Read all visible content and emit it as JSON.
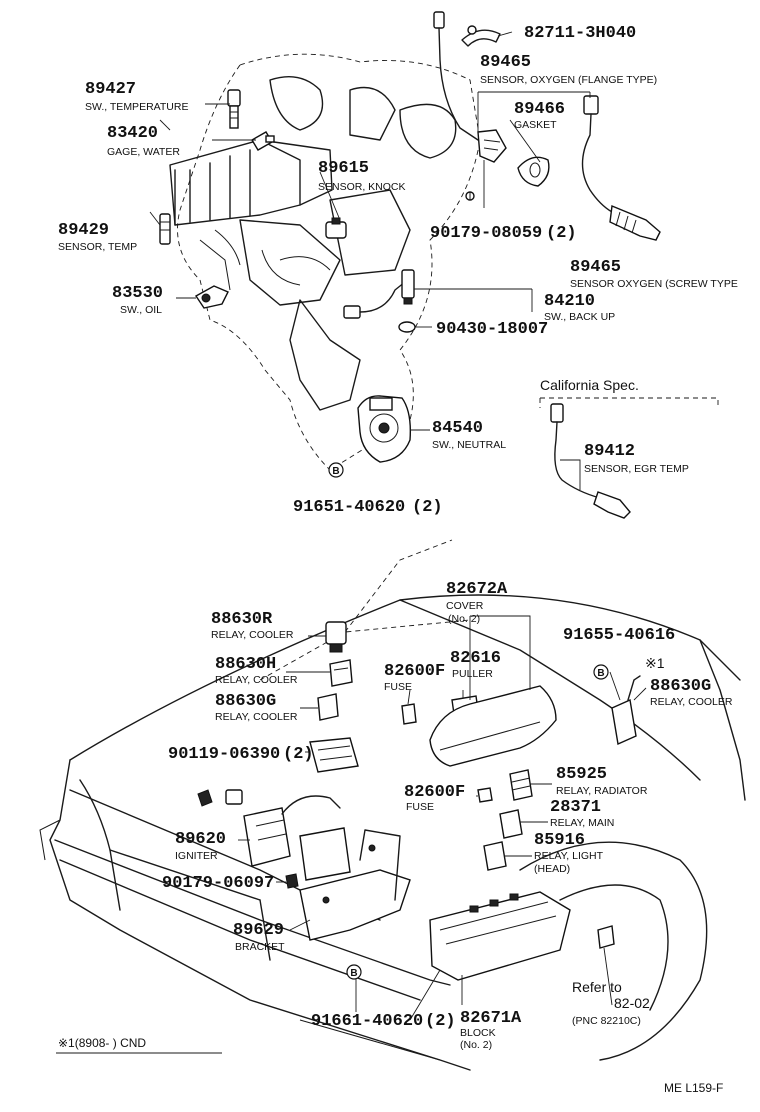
{
  "parts": {
    "p82711": {
      "number": "82711-3H040"
    },
    "p89465_top": {
      "number": "89465",
      "name": "SENSOR, OXYGEN (FLANGE TYPE)"
    },
    "p89427": {
      "number": "89427",
      "name": "SW., TEMPERATURE"
    },
    "p89466": {
      "number": "89466",
      "name": "GASKET"
    },
    "p83420": {
      "number": "83420",
      "name": "GAGE, WATER"
    },
    "p89615": {
      "number": "89615",
      "name": "SENSOR, KNOCK"
    },
    "p89429": {
      "number": "89429",
      "name": "SENSOR, TEMP"
    },
    "p90179_08059": {
      "number": "90179-08059",
      "qty": "(2)"
    },
    "p89465_bot": {
      "number": "89465",
      "name": "SENSOR OXYGEN (SCREW TYPE"
    },
    "p83530": {
      "number": "83530",
      "name": "SW., OIL"
    },
    "p84210": {
      "number": "84210",
      "name": "SW., BACK UP"
    },
    "p90430": {
      "number": "90430-18007"
    },
    "p84540": {
      "number": "84540",
      "name": "SW., NEUTRAL"
    },
    "p89412": {
      "number": "89412",
      "name": "SENSOR, EGR TEMP"
    },
    "p91651": {
      "number": "91651-40620",
      "qty": "(2)"
    },
    "p82672A": {
      "number": "82672A",
      "name": "COVER",
      "sub": "(No. 2)"
    },
    "p88630R": {
      "number": "88630R",
      "name": "RELAY, COOLER"
    },
    "p91655": {
      "number": "91655-40616"
    },
    "p88630H": {
      "number": "88630H",
      "name": "RELAY, COOLER"
    },
    "p82600F_a": {
      "number": "82600F",
      "name": "FUSE"
    },
    "p82616": {
      "number": "82616",
      "name": "PULLER"
    },
    "p88630G_r": {
      "number": "88630G",
      "name": "RELAY, COOLER"
    },
    "p88630G_l": {
      "number": "88630G",
      "name": "RELAY, COOLER"
    },
    "p90119": {
      "number": "90119-06390",
      "qty": "(2)"
    },
    "p82600F_b": {
      "number": "82600F",
      "name": "FUSE"
    },
    "p85925": {
      "number": "85925",
      "name": "RELAY, RADIATOR"
    },
    "p28371": {
      "number": "28371",
      "name": "RELAY, MAIN"
    },
    "p89620": {
      "number": "89620",
      "name": "IGNITER"
    },
    "p85916": {
      "number": "85916",
      "name": "RELAY, LIGHT",
      "sub": "(HEAD)"
    },
    "p90179_06097": {
      "number": "90179-06097"
    },
    "p89629": {
      "number": "89629",
      "name": "BRACKET"
    },
    "p91661": {
      "number": "91661-40620",
      "qty": "(2)"
    },
    "p82671A": {
      "number": "82671A",
      "name": "BLOCK",
      "sub": "(No. 2)"
    }
  },
  "notes": {
    "california": "California Spec.",
    "marker_b": "B",
    "asterisk_1": "※1",
    "refer_line1": "Refer to",
    "refer_line2": "82-02",
    "refer_pnc": "(PNC 82210C)",
    "footnote": "※1(8908-      ) CND",
    "page_code": "ME  L159-F"
  }
}
